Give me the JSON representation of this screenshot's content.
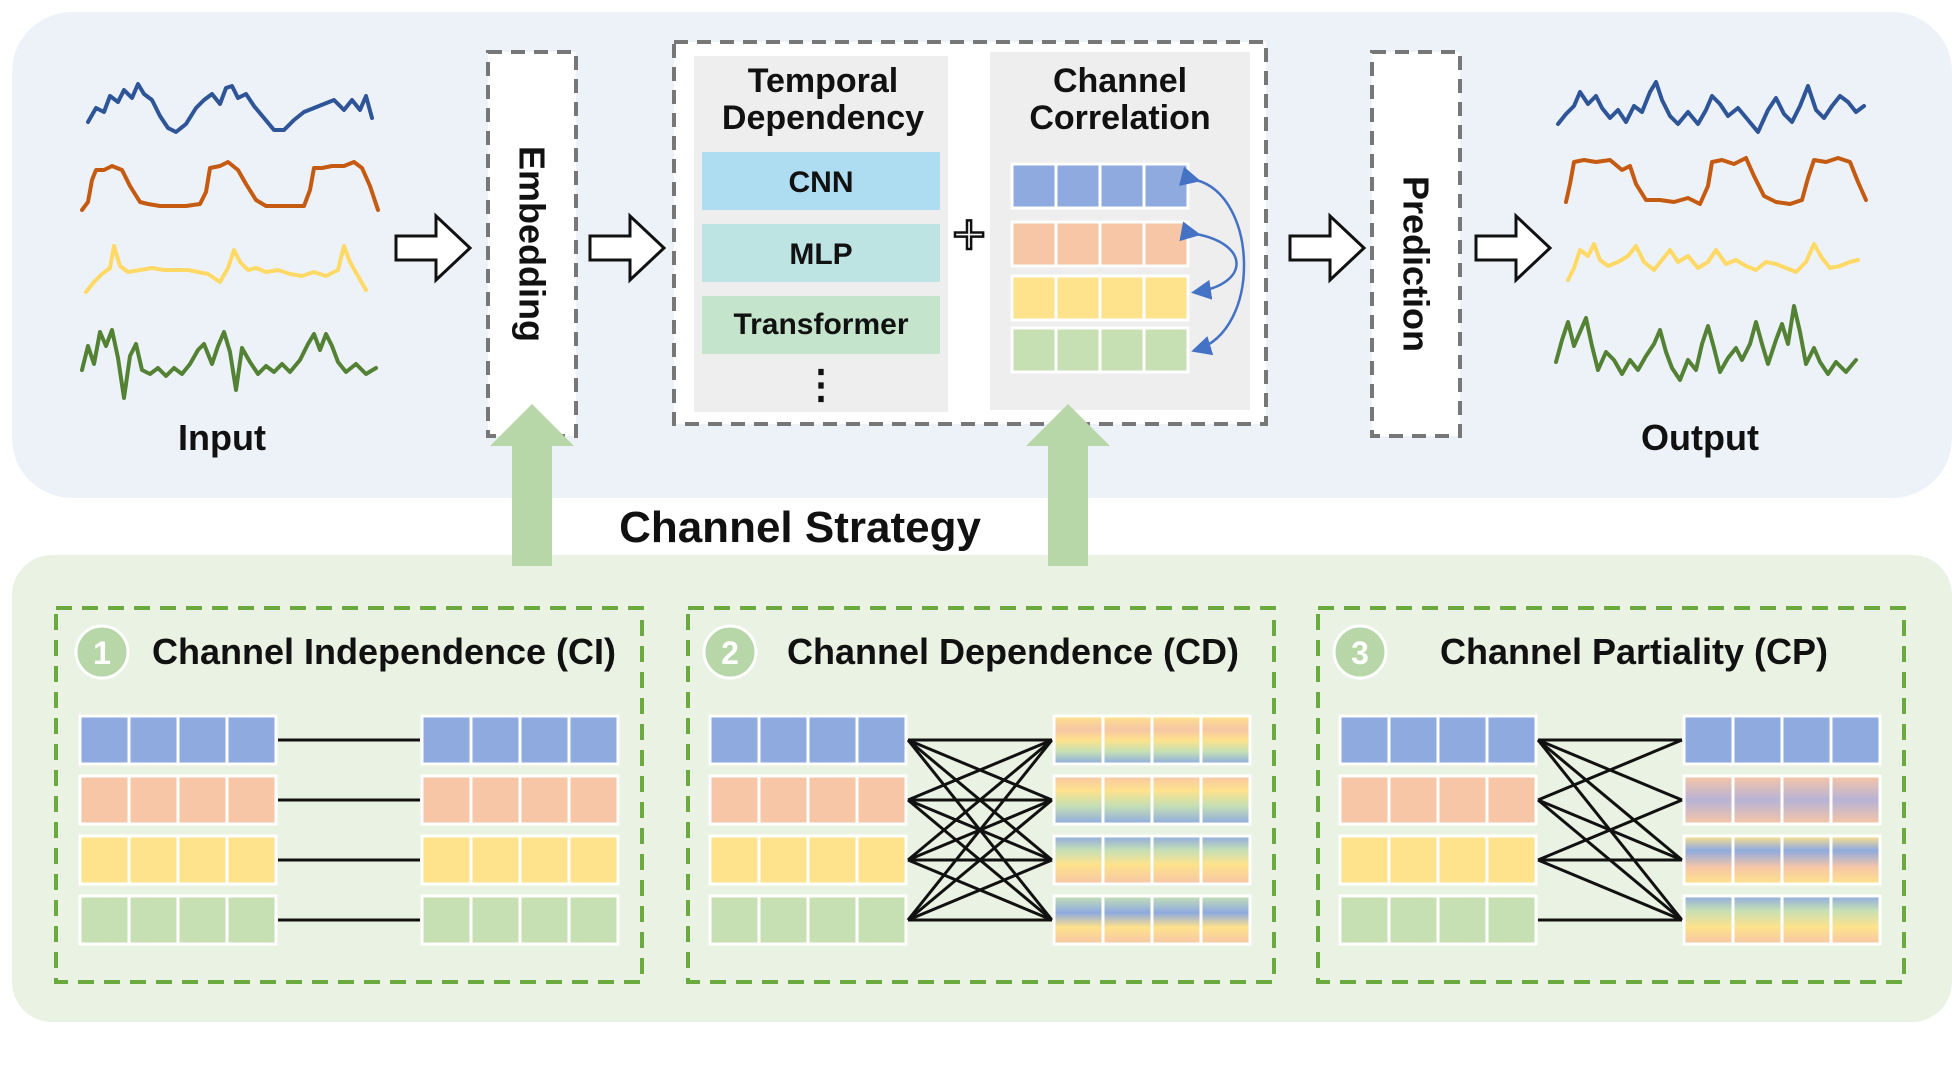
{
  "pipeline": {
    "input_label": "Input",
    "embedding_label": "Embedding",
    "temporal_title_line1": "Temporal",
    "temporal_title_line2": "Dependency",
    "temporal_models": [
      "CNN",
      "MLP",
      "Transformer"
    ],
    "temporal_more": "⋮",
    "plus_symbol": "+",
    "channel_title_line1": "Channel",
    "channel_title_line2": "Correlation",
    "prediction_label": "Prediction",
    "output_label": "Output"
  },
  "strategy": {
    "title": "Channel Strategy",
    "panels": [
      {
        "number": "1",
        "label": "Channel Independence (CI)"
      },
      {
        "number": "2",
        "label": "Channel Dependence (CD)"
      },
      {
        "number": "3",
        "label": "Channel Partiality (CP)"
      }
    ]
  },
  "colors": {
    "top_bg": "#edf2f9",
    "bottom_bg": "#eaf2e3",
    "channel_blue": "#8eaadf",
    "channel_orange": "#f6c6a6",
    "channel_yellow": "#fee28c",
    "channel_green": "#c6e0b4",
    "series_blue": "#2e5597",
    "series_orange": "#c55a11",
    "series_yellow": "#ffd966",
    "series_green": "#548235",
    "cnn": "#aedcf0",
    "mlp": "#bde3e3",
    "transformer": "#c4e5cc",
    "strategy_arrow": "#b7d7a8",
    "dashed_green": "#6aaa3f",
    "link_arrow_blue": "#4472c4"
  }
}
